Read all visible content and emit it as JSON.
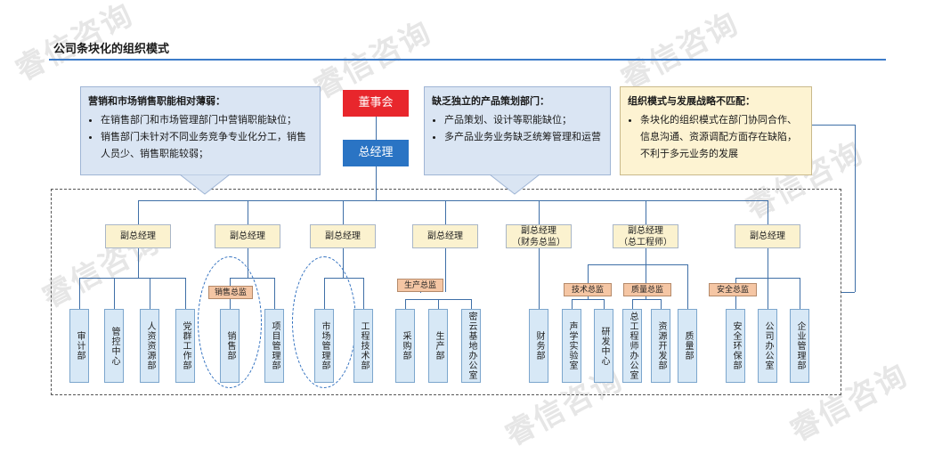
{
  "title": "公司条块化的组织模式",
  "watermark": "睿信咨询",
  "callouts": {
    "left": {
      "heading": "营销和市场销售职能相对薄弱：",
      "items": [
        "在销售部门和市场管理部门中营销职能缺位；",
        "销售部门未针对不同业务竞争专业化分工，销售人员少、销售职能较弱；"
      ]
    },
    "middle": {
      "heading": "缺乏独立的产品策划部门：",
      "items": [
        "产品策划、设计等职能缺位；",
        "多产品业务业务缺乏统筹管理和运营"
      ]
    },
    "right": {
      "heading": "组织模式与发展战略不匹配：",
      "items": [
        "条块化的组织模式在部门协同合作、信息沟通、资源调配方面存在缺陷，不利于多元业务的发展"
      ]
    }
  },
  "board": "董事会",
  "gm": "总经理",
  "vps": [
    {
      "line1": "副总经理",
      "line2": ""
    },
    {
      "line1": "副总经理",
      "line2": ""
    },
    {
      "line1": "副总经理",
      "line2": ""
    },
    {
      "line1": "副总经理",
      "line2": ""
    },
    {
      "line1": "副总经理",
      "line2": "（财务总监）"
    },
    {
      "line1": "副总经理",
      "line2": "（总工程师）"
    },
    {
      "line1": "副总经理",
      "line2": ""
    }
  ],
  "managers": {
    "sales": "销售总监",
    "production": "生产总监",
    "tech": "技术总监",
    "quality": "质量总监",
    "safety": "安全总监"
  },
  "depts": [
    "审计部",
    "管控中心",
    "人资资源部",
    "党群工作部",
    "销售部",
    "项目管理部",
    "市场管理部",
    "工程技术部",
    "采购部",
    "生产部",
    "密云基地办公室",
    "财务部",
    "声学实验室",
    "研发中心",
    "总工程师办公室",
    "资源开发部",
    "质量部",
    "安全环保部",
    "公司办公室",
    "企业管理部"
  ]
}
